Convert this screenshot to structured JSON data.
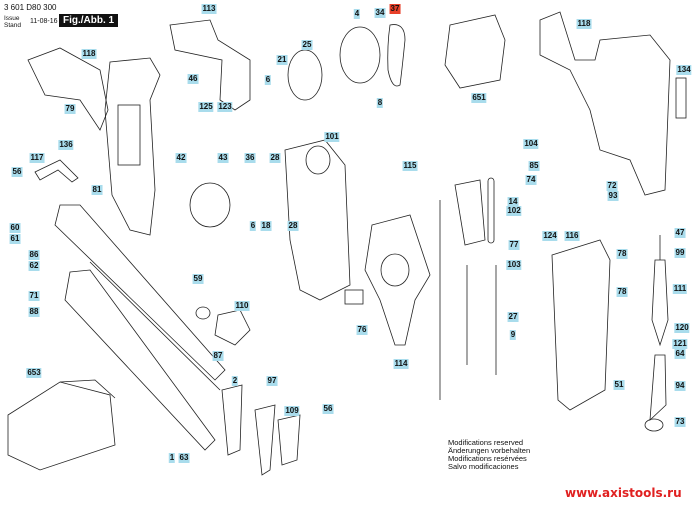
{
  "header": {
    "document_number": "3 601 D80 300",
    "issue_label": "Issue Stand",
    "issue_date": "11-08-16",
    "figure_label": "Fig./Abb. 1"
  },
  "part_labels": [
    "113",
    "4",
    "34",
    "37",
    "25",
    "21",
    "46",
    "6",
    "125",
    "123",
    "118",
    "79",
    "136",
    "117",
    "56",
    "81",
    "42",
    "43",
    "36",
    "28",
    "101",
    "8",
    "115",
    "651",
    "118",
    "134",
    "104",
    "85",
    "74",
    "72",
    "93",
    "14",
    "102",
    "77",
    "124",
    "116",
    "78",
    "47",
    "99",
    "60",
    "61",
    "86",
    "6",
    "18",
    "28",
    "62",
    "59",
    "71",
    "88",
    "110",
    "87",
    "653",
    "2",
    "97",
    "109",
    "56",
    "1",
    "63",
    "103",
    "111",
    "78",
    "27",
    "9",
    "120",
    "121",
    "64",
    "76",
    "114",
    "51",
    "94",
    "73"
  ],
  "highlighted_label": "37",
  "colors": {
    "label_bg": "#a9dcec",
    "highlight_bg": "#e8402a",
    "watermark": "#e02020"
  },
  "footer": {
    "modifications": [
      "Modifications reserved",
      "Änderungen vorbehalten",
      "Modifications resérvées",
      "Salvo modificaciones"
    ],
    "website": "www.axistools.ru"
  }
}
